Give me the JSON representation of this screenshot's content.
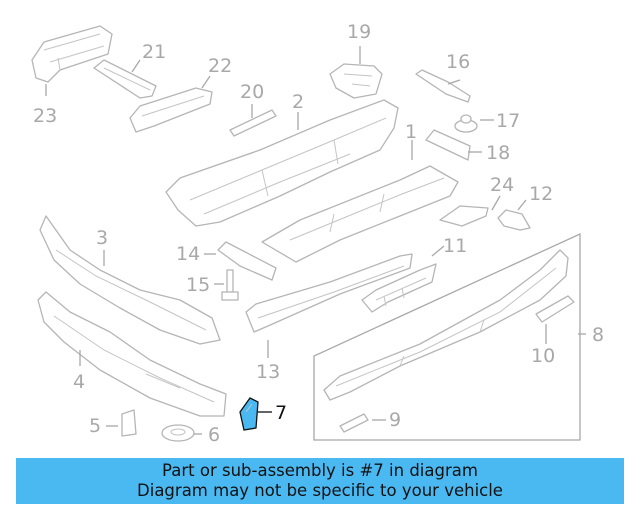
{
  "diagram": {
    "highlight_color": "#4ab9f2",
    "callouts": {
      "c1": "1",
      "c2": "2",
      "c3": "3",
      "c4": "4",
      "c5": "5",
      "c6": "6",
      "c7": "7",
      "c8": "8",
      "c9": "9",
      "c10": "10",
      "c11": "11",
      "c12": "12",
      "c13": "13",
      "c14": "14",
      "c15": "15",
      "c16": "16",
      "c17": "17",
      "c18": "18",
      "c19": "19",
      "c20": "20",
      "c21": "21",
      "c22": "22",
      "c23": "23",
      "c24": "24"
    }
  },
  "banner": {
    "line1": "Part or sub-assembly is #7 in diagram",
    "line2": "Diagram may not be specific to your vehicle"
  }
}
